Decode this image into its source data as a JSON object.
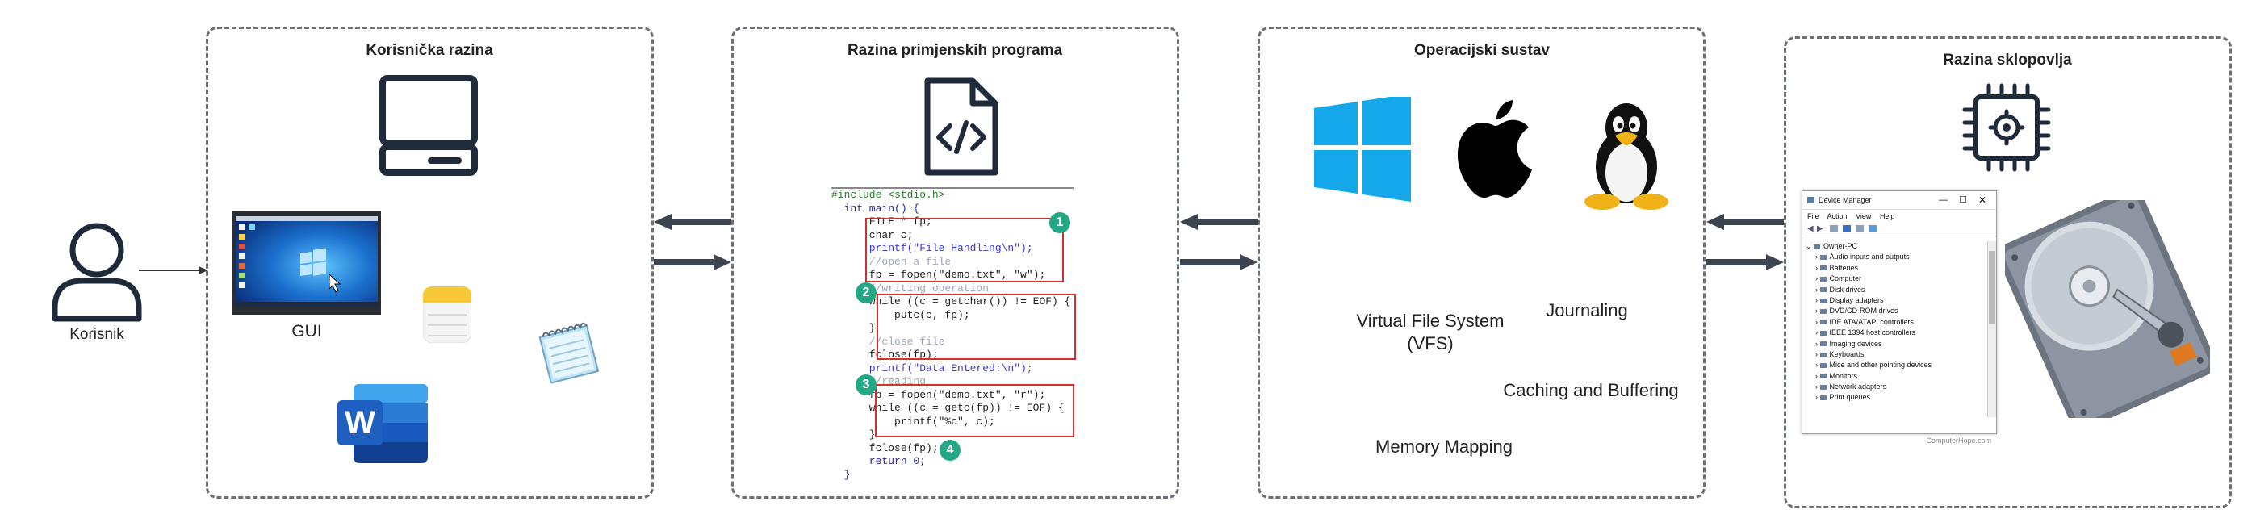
{
  "panels": {
    "user": {
      "title": "Korisnička razina"
    },
    "apps": {
      "title": "Razina primjenskih programa"
    },
    "os": {
      "title": "Operacijski sustav"
    },
    "hw": {
      "title": "Razina sklopovlja"
    }
  },
  "user": {
    "label": "Korisnik"
  },
  "gui": {
    "label": "GUI"
  },
  "os_features": {
    "vfs": "Virtual File System (VFS)",
    "journaling": "Journaling",
    "caching": "Caching and Buffering",
    "mmap": "Memory Mapping"
  },
  "code": {
    "lines": [
      "#include <stdio.h>",
      "  int main() {",
      "      FILE * fp;",
      "      char c;",
      "      printf(\"File Handling\\n\");",
      "      //open a file",
      "      fp = fopen(\"demo.txt\", \"w\");",
      "      //writing operation",
      "      while ((c = getchar()) != EOF) {",
      "          putc(c, fp);",
      "      }",
      "      //close file",
      "      fclose(fp);",
      "      printf(\"Data Entered:\\n\");",
      "      //reading",
      "      fp = fopen(\"demo.txt\", \"r\");",
      "      while ((c = getc(fp)) != EOF) {",
      "          printf(\"%c\", c);",
      "      }",
      "      fclose(fp);",
      "      return 0;",
      "  }"
    ],
    "badges": [
      "1",
      "2",
      "3",
      "4"
    ]
  },
  "device_manager": {
    "title": "Device Manager",
    "menu": [
      "File",
      "Action",
      "View",
      "Help"
    ],
    "root": "Owner-PC",
    "items": [
      "Audio inputs and outputs",
      "Batteries",
      "Computer",
      "Disk drives",
      "Display adapters",
      "DVD/CD-ROM drives",
      "IDE ATA/ATAPI controllers",
      "IEEE 1394 host controllers",
      "Imaging devices",
      "Keyboards",
      "Mice and other pointing devices",
      "Monitors",
      "Network adapters",
      "Print queues"
    ],
    "footer": "ComputerHope.com"
  },
  "colors": {
    "panel_border": "#6b6f78",
    "arrow": "#3c4450",
    "badge": "#22a884",
    "highlight": "#d03030",
    "windows_blue": "#14a8ea",
    "word_blue": "#1e5fbf"
  }
}
